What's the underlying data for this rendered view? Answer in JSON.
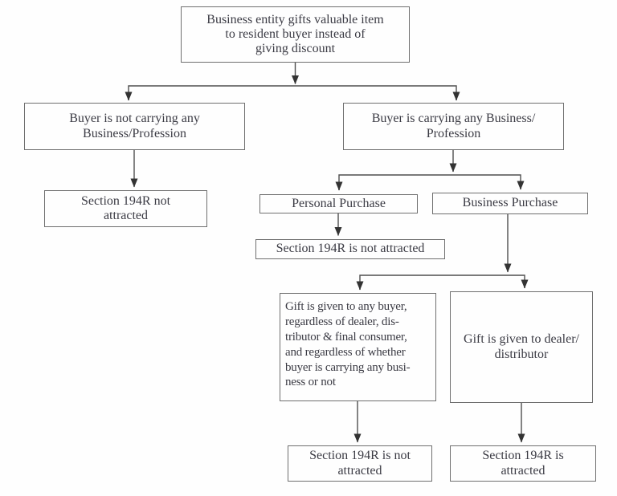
{
  "nodes": {
    "root": {
      "lines": [
        "Business entity gifts valuable item",
        "to resident buyer instead of",
        "giving discount"
      ]
    },
    "no_business": {
      "lines": [
        "Buyer is not carrying any",
        "Business/Profession"
      ]
    },
    "carrying_business": {
      "lines": [
        "Buyer is carrying any Business/",
        "Profession"
      ]
    },
    "left_result": {
      "lines": [
        "Section 194R not",
        "attracted"
      ]
    },
    "personal_purchase": {
      "lines": [
        "Personal Purchase"
      ]
    },
    "business_purchase": {
      "lines": [
        "Business Purchase"
      ]
    },
    "personal_result": {
      "lines": [
        "Section 194R is not attracted"
      ]
    },
    "gift_any_buyer": {
      "lines": [
        "Gift is given to any buyer,",
        "regardless of dealer, dis-",
        "tributor & final consumer,",
        "and regardless of whether",
        "buyer is carrying any busi-",
        "ness or not"
      ]
    },
    "gift_dealer": {
      "lines": [
        "Gift is given to dealer/",
        "distributor"
      ]
    },
    "bottom_left_result": {
      "lines": [
        "Section 194R is not",
        "attracted"
      ]
    },
    "bottom_right_result": {
      "lines": [
        "Section 194R is",
        "attracted"
      ]
    }
  },
  "colors": {
    "bg": "#fefefe",
    "border": "#6f6f6f",
    "line": "#4f4f4f",
    "arrow": "#333333",
    "text": "#3b3b44"
  }
}
